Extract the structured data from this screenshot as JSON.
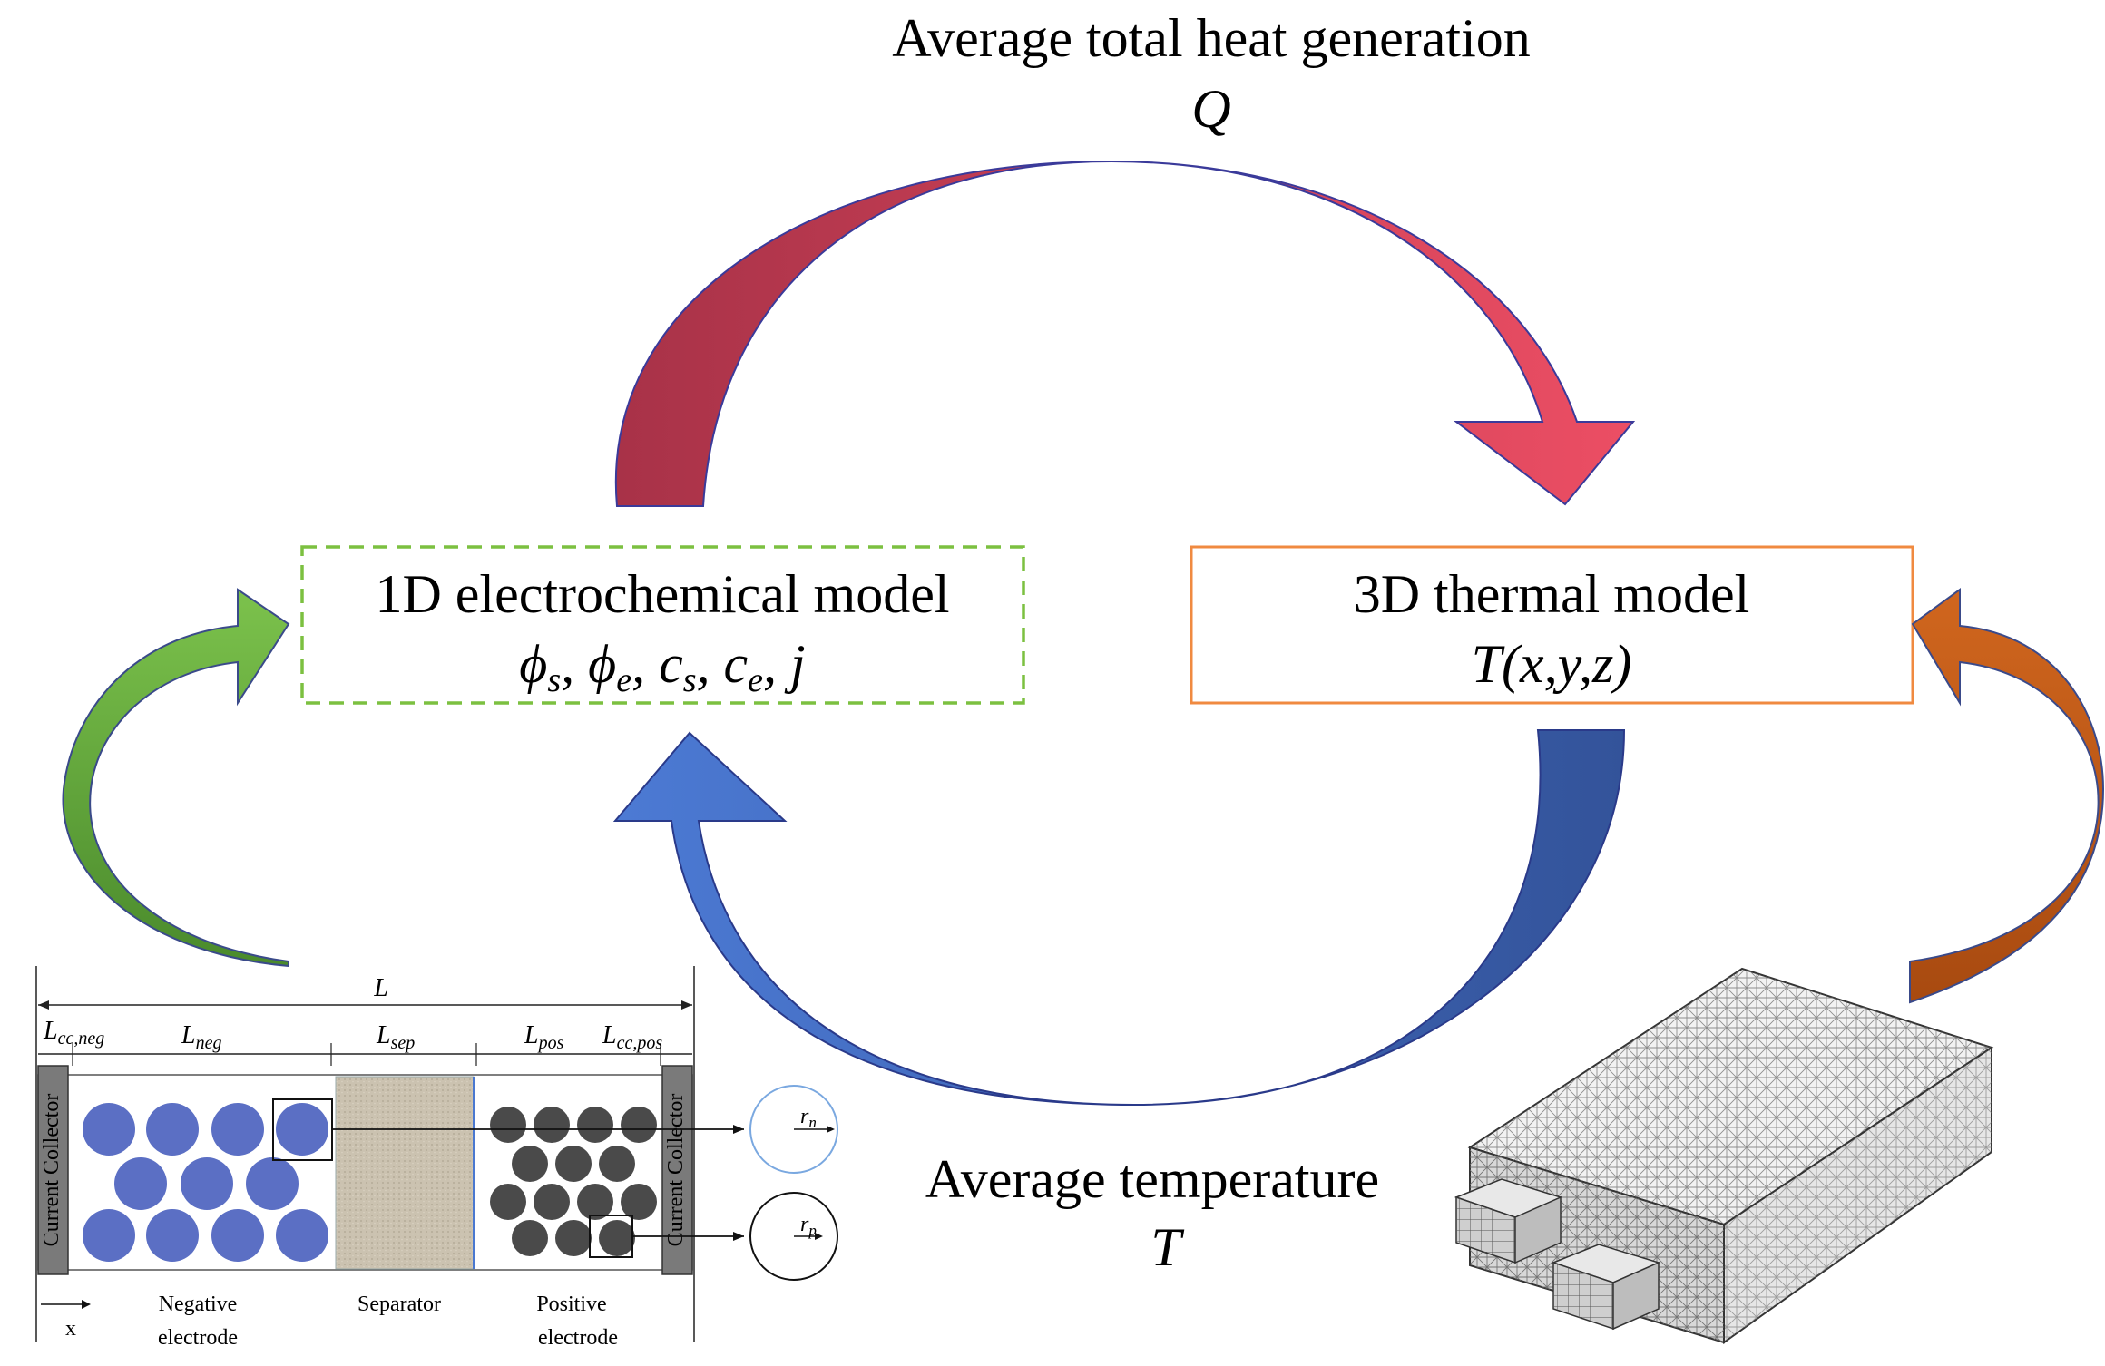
{
  "top_label": {
    "title": "Average total heat generation",
    "symbol": "Q"
  },
  "bottom_label": {
    "title": "Average temperature",
    "symbol": "T"
  },
  "electrochem_box": {
    "title": "1D electrochemical model",
    "variables": [
      {
        "base": "ϕ",
        "sub": "s"
      },
      {
        "base": "ϕ",
        "sub": "e"
      },
      {
        "base": "c",
        "sub": "s"
      },
      {
        "base": "c",
        "sub": "e"
      },
      {
        "base": "j",
        "sub": ""
      }
    ]
  },
  "thermal_box": {
    "title": "3D thermal model",
    "variable": "T(x,y,z)"
  },
  "cell_schematic": {
    "total_length": "L",
    "segments": [
      {
        "base": "L",
        "sub": "cc,neg"
      },
      {
        "base": "L",
        "sub": "neg"
      },
      {
        "base": "L",
        "sub": "sep"
      },
      {
        "base": "L",
        "sub": "pos"
      },
      {
        "base": "L",
        "sub": "cc,pos"
      }
    ],
    "collector_label": "Current Collector",
    "region_labels": {
      "negative": [
        "Negative",
        "electrode"
      ],
      "separator": "Separator",
      "positive": [
        "Positive",
        "electrode"
      ]
    },
    "axis_label": "x",
    "radius_labels": [
      {
        "base": "r",
        "sub": "n"
      },
      {
        "base": "r",
        "sub": "p"
      }
    ]
  },
  "colors": {
    "arrow_top_dark": "#b33a4e",
    "arrow_top_light": "#e84a60",
    "arrow_bottom_dark": "#3a5ca8",
    "arrow_bottom_light": "#4a78d0",
    "arrow_green": "#68b040",
    "arrow_orange": "#c8591a",
    "box_green_dash": "#7cc040",
    "box_orange": "#f08a40",
    "particle_negative": "#5b6fc4",
    "particle_positive": "#4a4a4a",
    "separator_fill": "#c9c0ae"
  }
}
